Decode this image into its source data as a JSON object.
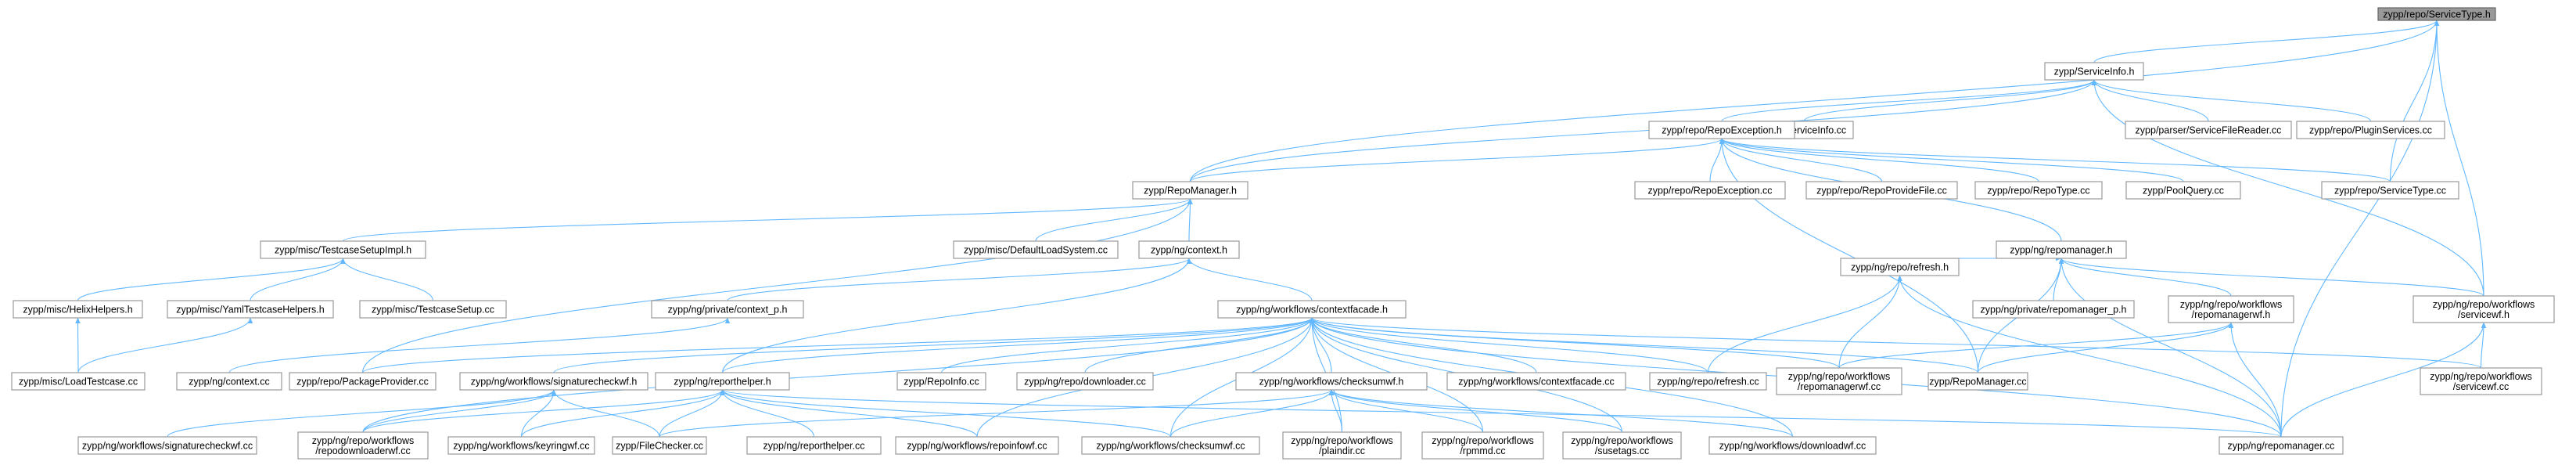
{
  "diagram": {
    "type": "include-dependency-graph",
    "colors": {
      "edge": "#63b8ff",
      "node_border": "#999999",
      "node_fill": "#ffffff",
      "root_fill": "#999999"
    },
    "nodes": [
      {
        "id": "n0",
        "lines": [
          "zypp/repo/ServiceType.h"
        ],
        "root": true
      },
      {
        "id": "n1",
        "lines": [
          "zypp/ServiceInfo.h"
        ]
      },
      {
        "id": "n2",
        "lines": [
          "zypp/ServiceInfo.cc"
        ]
      },
      {
        "id": "n3",
        "lines": [
          "zypp/repo/RepoException.h"
        ]
      },
      {
        "id": "n4",
        "lines": [
          "zypp/parser/ServiceFileReader.cc"
        ]
      },
      {
        "id": "n5",
        "lines": [
          "zypp/repo/PluginServices.cc"
        ]
      },
      {
        "id": "n6",
        "lines": [
          "zypp/RepoManager.h"
        ]
      },
      {
        "id": "n7",
        "lines": [
          "zypp/repo/RepoException.cc"
        ]
      },
      {
        "id": "n8",
        "lines": [
          "zypp/repo/RepoProvideFile.cc"
        ]
      },
      {
        "id": "n9",
        "lines": [
          "zypp/repo/RepoType.cc"
        ]
      },
      {
        "id": "n10",
        "lines": [
          "zypp/PoolQuery.cc"
        ]
      },
      {
        "id": "n11",
        "lines": [
          "zypp/repo/ServiceType.cc"
        ]
      },
      {
        "id": "n12",
        "lines": [
          "zypp/misc/TestcaseSetupImpl.h"
        ]
      },
      {
        "id": "n13",
        "lines": [
          "zypp/misc/DefaultLoadSystem.cc"
        ]
      },
      {
        "id": "n14",
        "lines": [
          "zypp/ng/context.h"
        ]
      },
      {
        "id": "n15",
        "lines": [
          "zypp/ng/repomanager.h"
        ]
      },
      {
        "id": "n16",
        "lines": [
          "zypp/misc/HelixHelpers.h"
        ]
      },
      {
        "id": "n17",
        "lines": [
          "zypp/misc/YamlTestcaseHelpers.h"
        ]
      },
      {
        "id": "n18",
        "lines": [
          "zypp/misc/TestcaseSetup.cc"
        ]
      },
      {
        "id": "n19",
        "lines": [
          "zypp/ng/private/context_p.h"
        ]
      },
      {
        "id": "n20",
        "lines": [
          "zypp/ng/workflows/contextfacade.h"
        ]
      },
      {
        "id": "n21",
        "lines": [
          "zypp/ng/repo/refresh.h"
        ]
      },
      {
        "id": "n22",
        "lines": [
          "zypp/ng/private/repomanager_p.h"
        ]
      },
      {
        "id": "n23",
        "lines": [
          "zypp/ng/repo/workflows",
          "/repomanagerwf.h"
        ]
      },
      {
        "id": "n24",
        "lines": [
          "zypp/ng/repo/workflows",
          "/servicewf.h"
        ]
      },
      {
        "id": "n25",
        "lines": [
          "zypp/misc/LoadTestcase.cc"
        ]
      },
      {
        "id": "n26",
        "lines": [
          "zypp/ng/context.cc"
        ]
      },
      {
        "id": "n27",
        "lines": [
          "zypp/repo/PackageProvider.cc"
        ]
      },
      {
        "id": "n28",
        "lines": [
          "zypp/ng/workflows/signaturecheckwf.h"
        ]
      },
      {
        "id": "n29",
        "lines": [
          "zypp/ng/reporthelper.h"
        ]
      },
      {
        "id": "n30",
        "lines": [
          "zypp/RepoInfo.cc"
        ]
      },
      {
        "id": "n31",
        "lines": [
          "zypp/ng/repo/downloader.cc"
        ]
      },
      {
        "id": "n32",
        "lines": [
          "zypp/ng/workflows/checksumwf.h"
        ]
      },
      {
        "id": "n33",
        "lines": [
          "zypp/ng/workflows/contextfacade.cc"
        ]
      },
      {
        "id": "n34",
        "lines": [
          "zypp/ng/repo/refresh.cc"
        ]
      },
      {
        "id": "n35",
        "lines": [
          "zypp/ng/repo/workflows",
          "/repomanagerwf.cc"
        ]
      },
      {
        "id": "n36",
        "lines": [
          "zypp/RepoManager.cc"
        ]
      },
      {
        "id": "n37",
        "lines": [
          "zypp/ng/repo/workflows",
          "/servicewf.cc"
        ]
      },
      {
        "id": "n38",
        "lines": [
          "zypp/ng/workflows/signaturecheckwf.cc"
        ]
      },
      {
        "id": "n39",
        "lines": [
          "zypp/ng/repo/workflows",
          "/repodownloaderwf.cc"
        ]
      },
      {
        "id": "n40",
        "lines": [
          "zypp/ng/workflows/keyringwf.cc"
        ]
      },
      {
        "id": "n41",
        "lines": [
          "zypp/FileChecker.cc"
        ]
      },
      {
        "id": "n42",
        "lines": [
          "zypp/ng/reporthelper.cc"
        ]
      },
      {
        "id": "n43",
        "lines": [
          "zypp/ng/workflows/repoinfowf.cc"
        ]
      },
      {
        "id": "n44",
        "lines": [
          "zypp/ng/workflows/checksumwf.cc"
        ]
      },
      {
        "id": "n45",
        "lines": [
          "zypp/ng/repo/workflows",
          "/plaindir.cc"
        ]
      },
      {
        "id": "n46",
        "lines": [
          "zypp/ng/repo/workflows",
          "/rpmmd.cc"
        ]
      },
      {
        "id": "n47",
        "lines": [
          "zypp/ng/repo/workflows",
          "/susetags.cc"
        ]
      },
      {
        "id": "n48",
        "lines": [
          "zypp/ng/workflows/downloadwf.cc"
        ]
      },
      {
        "id": "n49",
        "lines": [
          "zypp/ng/repomanager.cc"
        ]
      }
    ],
    "edges": [
      [
        "n1",
        "n0"
      ],
      [
        "n6",
        "n0"
      ],
      [
        "n11",
        "n0"
      ],
      [
        "n24",
        "n0"
      ],
      [
        "n49",
        "n0"
      ],
      [
        "n2",
        "n1"
      ],
      [
        "n3",
        "n1"
      ],
      [
        "n4",
        "n1"
      ],
      [
        "n5",
        "n1"
      ],
      [
        "n6",
        "n1"
      ],
      [
        "n24",
        "n1"
      ],
      [
        "n6",
        "n3"
      ],
      [
        "n7",
        "n3"
      ],
      [
        "n8",
        "n3"
      ],
      [
        "n9",
        "n3"
      ],
      [
        "n10",
        "n3"
      ],
      [
        "n11",
        "n3"
      ],
      [
        "n15",
        "n3"
      ],
      [
        "n36",
        "n3"
      ],
      [
        "n12",
        "n6"
      ],
      [
        "n13",
        "n6"
      ],
      [
        "n14",
        "n6"
      ],
      [
        "n27",
        "n6"
      ],
      [
        "n16",
        "n12"
      ],
      [
        "n17",
        "n12"
      ],
      [
        "n18",
        "n12"
      ],
      [
        "n25",
        "n16"
      ],
      [
        "n25",
        "n17"
      ],
      [
        "n19",
        "n14"
      ],
      [
        "n20",
        "n14"
      ],
      [
        "n29",
        "n14"
      ],
      [
        "n26",
        "n19"
      ],
      [
        "n21",
        "n15"
      ],
      [
        "n22",
        "n15"
      ],
      [
        "n23",
        "n15"
      ],
      [
        "n24",
        "n15"
      ],
      [
        "n49",
        "n15"
      ],
      [
        "n36",
        "n15"
      ],
      [
        "n27",
        "n20"
      ],
      [
        "n28",
        "n20"
      ],
      [
        "n29",
        "n20"
      ],
      [
        "n30",
        "n20"
      ],
      [
        "n31",
        "n20"
      ],
      [
        "n32",
        "n20"
      ],
      [
        "n33",
        "n20"
      ],
      [
        "n34",
        "n20"
      ],
      [
        "n35",
        "n20"
      ],
      [
        "n36",
        "n20"
      ],
      [
        "n37",
        "n20"
      ],
      [
        "n39",
        "n20"
      ],
      [
        "n43",
        "n20"
      ],
      [
        "n44",
        "n20"
      ],
      [
        "n45",
        "n20"
      ],
      [
        "n46",
        "n20"
      ],
      [
        "n47",
        "n20"
      ],
      [
        "n48",
        "n20"
      ],
      [
        "n49",
        "n20"
      ],
      [
        "n34",
        "n21"
      ],
      [
        "n35",
        "n21"
      ],
      [
        "n49",
        "n21"
      ],
      [
        "n35",
        "n23"
      ],
      [
        "n36",
        "n23"
      ],
      [
        "n49",
        "n23"
      ],
      [
        "n37",
        "n24"
      ],
      [
        "n49",
        "n24"
      ],
      [
        "n38",
        "n28"
      ],
      [
        "n39",
        "n28"
      ],
      [
        "n40",
        "n28"
      ],
      [
        "n41",
        "n28"
      ],
      [
        "n40",
        "n29"
      ],
      [
        "n41",
        "n29"
      ],
      [
        "n42",
        "n29"
      ],
      [
        "n43",
        "n29"
      ],
      [
        "n44",
        "n29"
      ],
      [
        "n49",
        "n29"
      ],
      [
        "n39",
        "n29"
      ],
      [
        "n44",
        "n32"
      ],
      [
        "n45",
        "n32"
      ],
      [
        "n46",
        "n32"
      ],
      [
        "n47",
        "n32"
      ],
      [
        "n48",
        "n32"
      ],
      [
        "n41",
        "n32"
      ]
    ]
  }
}
